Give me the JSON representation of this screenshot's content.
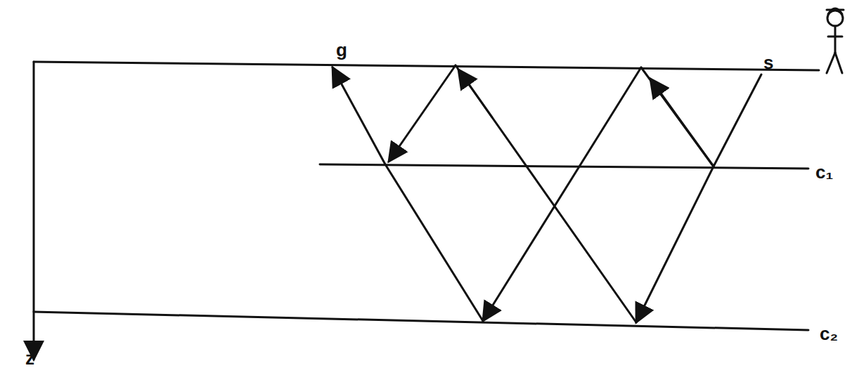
{
  "diagram": {
    "labels": [
      "g",
      "s",
      "c₁",
      "c₂",
      "z"
    ]
  }
}
